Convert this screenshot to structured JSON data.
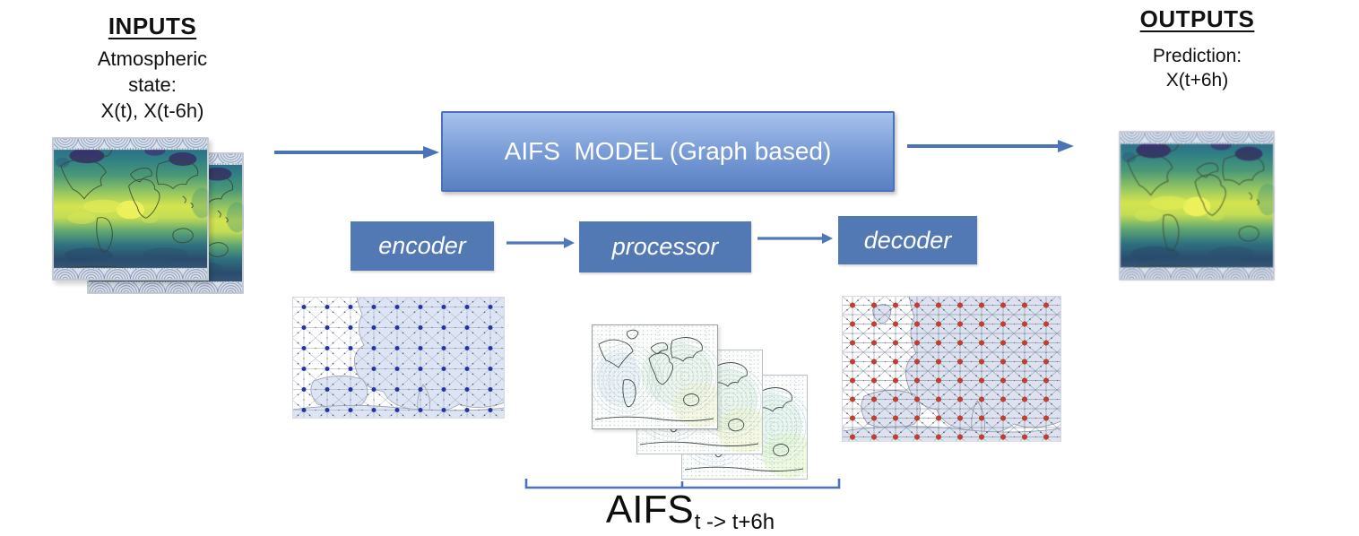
{
  "inputs": {
    "title": "INPUTS",
    "line1": "Atmospheric",
    "line2": "state:",
    "line3": "X(t), X(t-6h)"
  },
  "model": {
    "label": "AIFS  MODEL (Graph based)"
  },
  "stages": [
    {
      "label": "encoder"
    },
    {
      "label": "processor"
    },
    {
      "label": "decoder"
    }
  ],
  "outputs": {
    "title": "OUTPUTS",
    "line1": "Prediction:",
    "line2": "X(t+6h)"
  },
  "footer": {
    "base": "AIFS",
    "subscript": "t -> t+6h"
  },
  "colors": {
    "arrow": "#4a73b8",
    "stage_box": "#5379b4",
    "model_box_top": "#a8c1ec",
    "model_box_bottom": "#5a80c2",
    "model_box_border": "#4a72b8",
    "encoder_node": "#2433a5",
    "decoder_node": "#cd3b2c",
    "mesh_region": "#dde4f3",
    "bracket": "#4a73b8"
  }
}
